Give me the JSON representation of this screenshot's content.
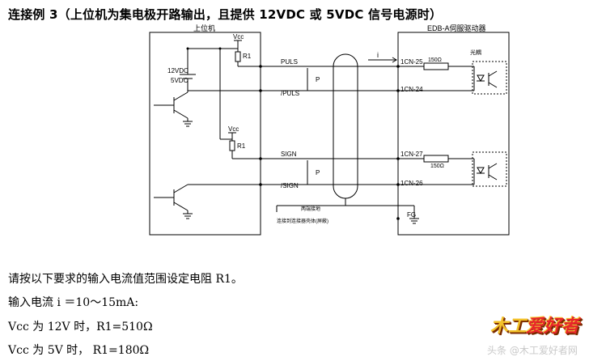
{
  "title": "连接例 3（上位机为集电极开路输出，且提供 12VDC 或 5VDC 信号电源时）",
  "diagram": {
    "host_label": "上位机",
    "driver_label": "EDB-A伺服驱动器",
    "optocoupler_label": "光耦",
    "vcc": "Vcc",
    "r1": "R1",
    "supply_12v": "12VDC",
    "supply_5v": "5VDC",
    "current": "i",
    "pair_label": "P",
    "puls": "PULS",
    "puls_n": "/PULS",
    "sign": "SIGN",
    "sign_n": "/SIGN",
    "pin_1cn25": "1CN-25",
    "pin_1cn24": "1CN-24",
    "pin_1cn27": "1CN-27",
    "pin_1cn26": "1CN-26",
    "res_150": "150Ω",
    "fg": "FG",
    "shield_note": "两端接地",
    "shell_note": "连接到连接器壳体(屏蔽)"
  },
  "body": {
    "line1": "请按以下要求的输入电流值范围设定电阻 R1。",
    "line2": "输入电流 i ＝10～15mA:",
    "line3": "Vcc 为 12V 时，R1=510Ω",
    "line4": "Vcc 为 5V 时，  R1=180Ω"
  },
  "watermark": {
    "logo": "木工爱好者",
    "caption": "头条 @木工爱好者网"
  }
}
